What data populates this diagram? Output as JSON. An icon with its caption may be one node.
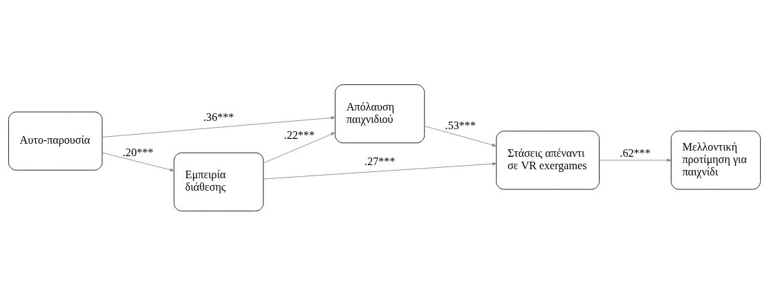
{
  "diagram": {
    "nodes": [
      {
        "text": [
          "Αυτο-παρουσία"
        ]
      },
      {
        "text": [
          "Απόλαυση παιχνιδιού"
        ]
      },
      {
        "text": [
          "Εμπειρία διάθεσης"
        ]
      },
      {
        "text": [
          "Στάσεις απέναντι σε VR exergames"
        ]
      },
      {
        "text": [
          "Μελλοντική προτίμηση για παιχνίδι"
        ]
      }
    ],
    "edges": [
      {
        "from": 0,
        "to": 1,
        "arrow": "to",
        "label": ".36***"
      },
      {
        "from": 0,
        "to": 2,
        "arrow": "to",
        "label": ".20***"
      },
      {
        "from": 2,
        "to": 1,
        "arrow": "to",
        "label": ".22***"
      },
      {
        "from": 1,
        "to": 3,
        "arrow": "to",
        "label": ".53***"
      },
      {
        "from": 2,
        "to": 3,
        "arrow": "to",
        "label": ".27***"
      },
      {
        "from": 3,
        "to": 4,
        "arrow": "to",
        "label": ".62***"
      }
    ]
  }
}
